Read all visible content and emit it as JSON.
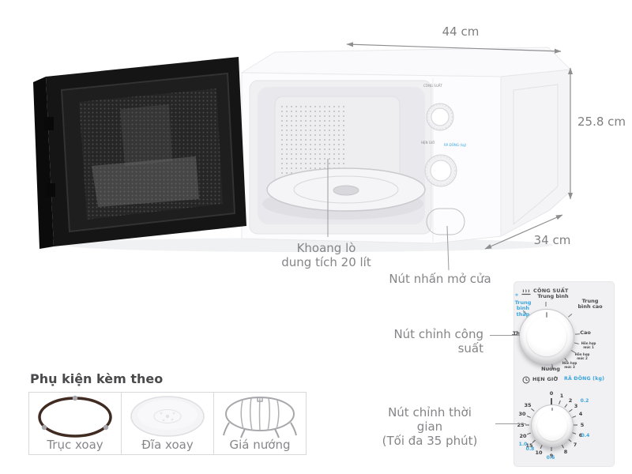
{
  "product": {
    "dimensions": {
      "width": "44 cm",
      "height": "25.8 cm",
      "depth": "34 cm"
    },
    "callouts": {
      "cavity_line1": "Khoang lò",
      "cavity_line2": "dung tích 20 lít",
      "door_button": "Nút nhấn mở cửa",
      "power_knob": "Nút chỉnh công suất",
      "timer_line1": "Nút chỉnh thời gian",
      "timer_line2": "(Tối đa 35 phút)"
    }
  },
  "accessories": {
    "title": "Phụ kiện kèm theo",
    "items": [
      {
        "label": "Trục xoay",
        "icon": "roller-ring-icon"
      },
      {
        "label": "Đĩa xoay",
        "icon": "glass-plate-icon"
      },
      {
        "label": "Giá nướng",
        "icon": "grill-rack-icon"
      }
    ]
  },
  "control_panel": {
    "power": {
      "title": "CÔNG SUẤT",
      "levels": [
        "Thấp",
        "Trung bình thấp",
        "Trung bình",
        "Trung bình cao",
        "Cao",
        "Hỗn hợp mức 1",
        "Hỗn hợp mức 2",
        "Hỗn hợp mức 3",
        "Nướng"
      ]
    },
    "timer": {
      "title": "HẸN GIỜ",
      "defrost_title": "RÃ ĐÔNG (kg)",
      "minute_marks": [
        "0",
        "1",
        "2",
        "3",
        "4",
        "5",
        "6",
        "7",
        "8",
        "9",
        "10",
        "15",
        "20",
        "25",
        "30",
        "35"
      ],
      "defrost_marks": [
        "0.2",
        "0.4",
        "0.6",
        "0.8",
        "1.0"
      ]
    },
    "accent_blue": "#3aa5dc",
    "defrost_glyph": "❄"
  }
}
